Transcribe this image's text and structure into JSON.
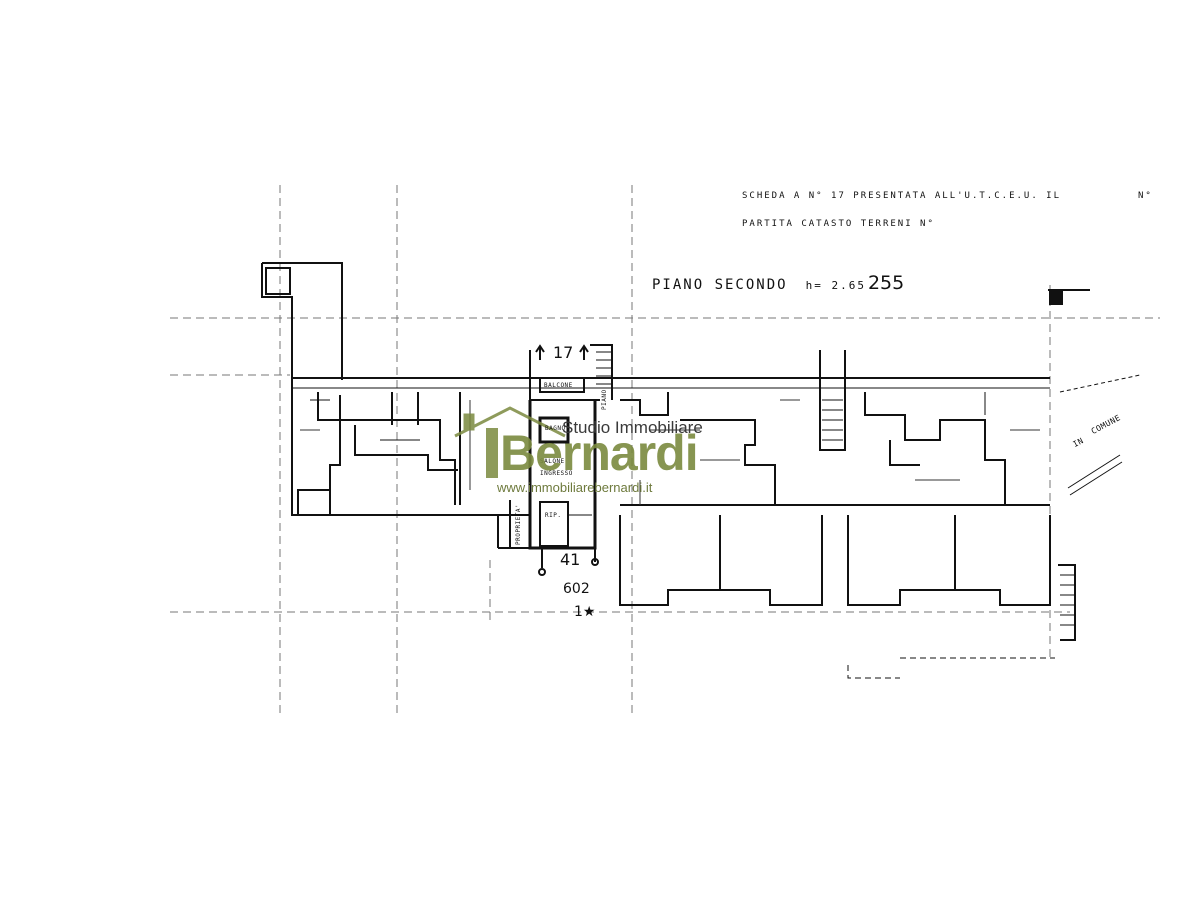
{
  "header": {
    "line1": "SCHEDA  A  N°  17  PRESENTATA  ALL'U.T.C.E.U.  IL",
    "line1_suffix": "N°",
    "line2": "PARTITA  CATASTO  TERRENI  N°"
  },
  "plan": {
    "title": "PIANO  SECONDO",
    "height_label": "h= 2.65",
    "height_handwritten": "255"
  },
  "annotations": {
    "sheet_mark": "17",
    "unit_number": "41",
    "subunit_number": "602",
    "star_mark": "1★",
    "room_labels": [
      "BALCONE",
      "RIP.",
      "PROPRIETA'",
      "INGRESSO",
      "SALONE",
      "PIANO",
      "BAGNO"
    ],
    "side_text": [
      "IN",
      "COMUNE"
    ]
  },
  "watermark": {
    "studio": "Studio Immobiliare",
    "name": "Bernardi",
    "url": "www.immobiliarebernardi.it",
    "color": "#7b8a3f"
  }
}
